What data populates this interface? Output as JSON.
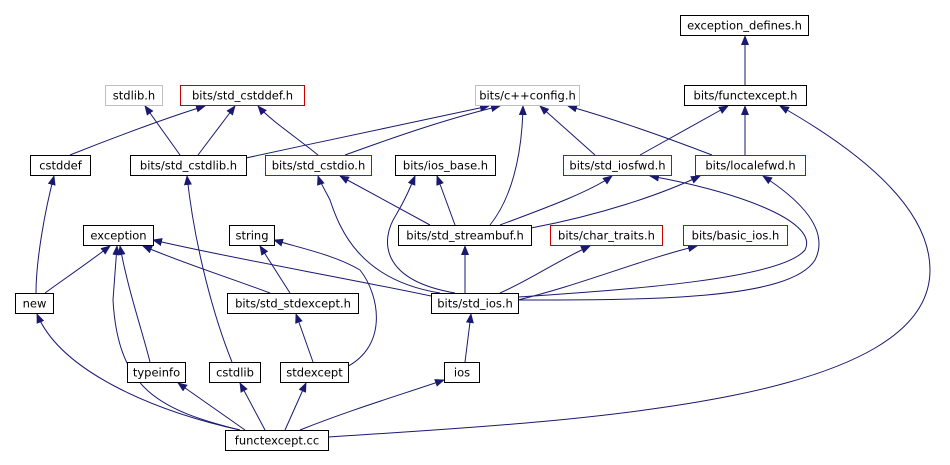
{
  "colors": {
    "edge": "#191970",
    "border_default": "#000000",
    "border_red": "#cc0000",
    "border_gray": "#bfbfbf",
    "root_fill": "#000000",
    "root_text": "#ffffff"
  },
  "nodes": {
    "exception_defines_h": {
      "label": "exception_defines.h",
      "style": "default"
    },
    "stdlib_h": {
      "label": "stdlib.h",
      "style": "gray"
    },
    "bits_std_cstddef_h": {
      "label": "bits/std_cstddef.h",
      "style": "red"
    },
    "bits_cppconfig_h": {
      "label": "bits/c++config.h",
      "style": "gray"
    },
    "bits_functexcept_h": {
      "label": "bits/functexcept.h",
      "style": "default"
    },
    "cstddef": {
      "label": "cstddef",
      "style": "default"
    },
    "bits_std_cstdlib_h": {
      "label": "bits/std_cstdlib.h",
      "style": "default"
    },
    "bits_std_cstdio_h": {
      "label": "bits/std_cstdio.h",
      "style": "red"
    },
    "bits_ios_base_h": {
      "label": "bits/ios_base.h",
      "style": "default"
    },
    "bits_std_iosfwd_h": {
      "label": "bits/std_iosfwd.h",
      "style": "red"
    },
    "bits_localefwd_h": {
      "label": "bits/localefwd.h",
      "style": "red"
    },
    "exception": {
      "label": "exception",
      "style": "default"
    },
    "string": {
      "label": "string",
      "style": "default"
    },
    "bits_std_streambuf_h": {
      "label": "bits/std_streambuf.h",
      "style": "default"
    },
    "bits_char_traits_h": {
      "label": "bits/char_traits.h",
      "style": "red"
    },
    "bits_basic_ios_h": {
      "label": "bits/basic_ios.h",
      "style": "red"
    },
    "new": {
      "label": "new",
      "style": "default"
    },
    "bits_std_stdexcept_h": {
      "label": "bits/std_stdexcept.h",
      "style": "default"
    },
    "bits_std_ios_h": {
      "label": "bits/std_ios.h",
      "style": "default"
    },
    "typeinfo": {
      "label": "typeinfo",
      "style": "default"
    },
    "cstdlib": {
      "label": "cstdlib",
      "style": "default"
    },
    "stdexcept": {
      "label": "stdexcept",
      "style": "default"
    },
    "ios": {
      "label": "ios",
      "style": "default"
    },
    "functexcept_cc": {
      "label": "functexcept.cc",
      "style": "root"
    }
  },
  "edges": [
    {
      "from": "functexcept_cc",
      "to": "new"
    },
    {
      "from": "functexcept_cc",
      "to": "exception"
    },
    {
      "from": "functexcept_cc",
      "to": "typeinfo"
    },
    {
      "from": "functexcept_cc",
      "to": "cstdlib"
    },
    {
      "from": "functexcept_cc",
      "to": "stdexcept"
    },
    {
      "from": "functexcept_cc",
      "to": "ios"
    },
    {
      "from": "functexcept_cc",
      "to": "bits_functexcept_h"
    },
    {
      "from": "new",
      "to": "cstddef"
    },
    {
      "from": "new",
      "to": "exception"
    },
    {
      "from": "typeinfo",
      "to": "exception"
    },
    {
      "from": "cstdlib",
      "to": "bits_std_cstdlib_h"
    },
    {
      "from": "stdexcept",
      "to": "bits_std_stdexcept_h"
    },
    {
      "from": "bits_std_stdexcept_h",
      "to": "exception"
    },
    {
      "from": "bits_std_stdexcept_h",
      "to": "string"
    },
    {
      "from": "stdexcept",
      "to": "string"
    },
    {
      "from": "ios",
      "to": "bits_std_ios_h"
    },
    {
      "from": "bits_std_ios_h",
      "to": "exception"
    },
    {
      "from": "bits_std_ios_h",
      "to": "bits_std_streambuf_h"
    },
    {
      "from": "bits_std_ios_h",
      "to": "bits_char_traits_h"
    },
    {
      "from": "bits_std_ios_h",
      "to": "bits_basic_ios_h"
    },
    {
      "from": "bits_std_ios_h",
      "to": "bits_std_cstdio_h"
    },
    {
      "from": "bits_std_ios_h",
      "to": "bits_ios_base_h"
    },
    {
      "from": "bits_std_ios_h",
      "to": "bits_std_iosfwd_h"
    },
    {
      "from": "bits_std_ios_h",
      "to": "bits_localefwd_h"
    },
    {
      "from": "bits_std_streambuf_h",
      "to": "bits_cppconfig_h"
    },
    {
      "from": "bits_std_streambuf_h",
      "to": "bits_std_iosfwd_h"
    },
    {
      "from": "bits_std_streambuf_h",
      "to": "bits_std_cstdio_h"
    },
    {
      "from": "bits_std_streambuf_h",
      "to": "bits_ios_base_h"
    },
    {
      "from": "bits_std_streambuf_h",
      "to": "bits_localefwd_h"
    },
    {
      "from": "cstddef",
      "to": "bits_std_cstddef_h"
    },
    {
      "from": "bits_std_cstdlib_h",
      "to": "stdlib_h"
    },
    {
      "from": "bits_std_cstdlib_h",
      "to": "bits_std_cstddef_h"
    },
    {
      "from": "bits_std_cstdlib_h",
      "to": "bits_cppconfig_h"
    },
    {
      "from": "bits_std_cstdio_h",
      "to": "bits_std_cstddef_h"
    },
    {
      "from": "bits_std_cstdio_h",
      "to": "bits_cppconfig_h"
    },
    {
      "from": "bits_std_iosfwd_h",
      "to": "bits_cppconfig_h"
    },
    {
      "from": "bits_localefwd_h",
      "to": "bits_cppconfig_h"
    },
    {
      "from": "bits_localefwd_h",
      "to": "bits_functexcept_h"
    },
    {
      "from": "bits_std_iosfwd_h",
      "to": "bits_functexcept_h"
    },
    {
      "from": "bits_functexcept_h",
      "to": "exception_defines_h"
    }
  ]
}
